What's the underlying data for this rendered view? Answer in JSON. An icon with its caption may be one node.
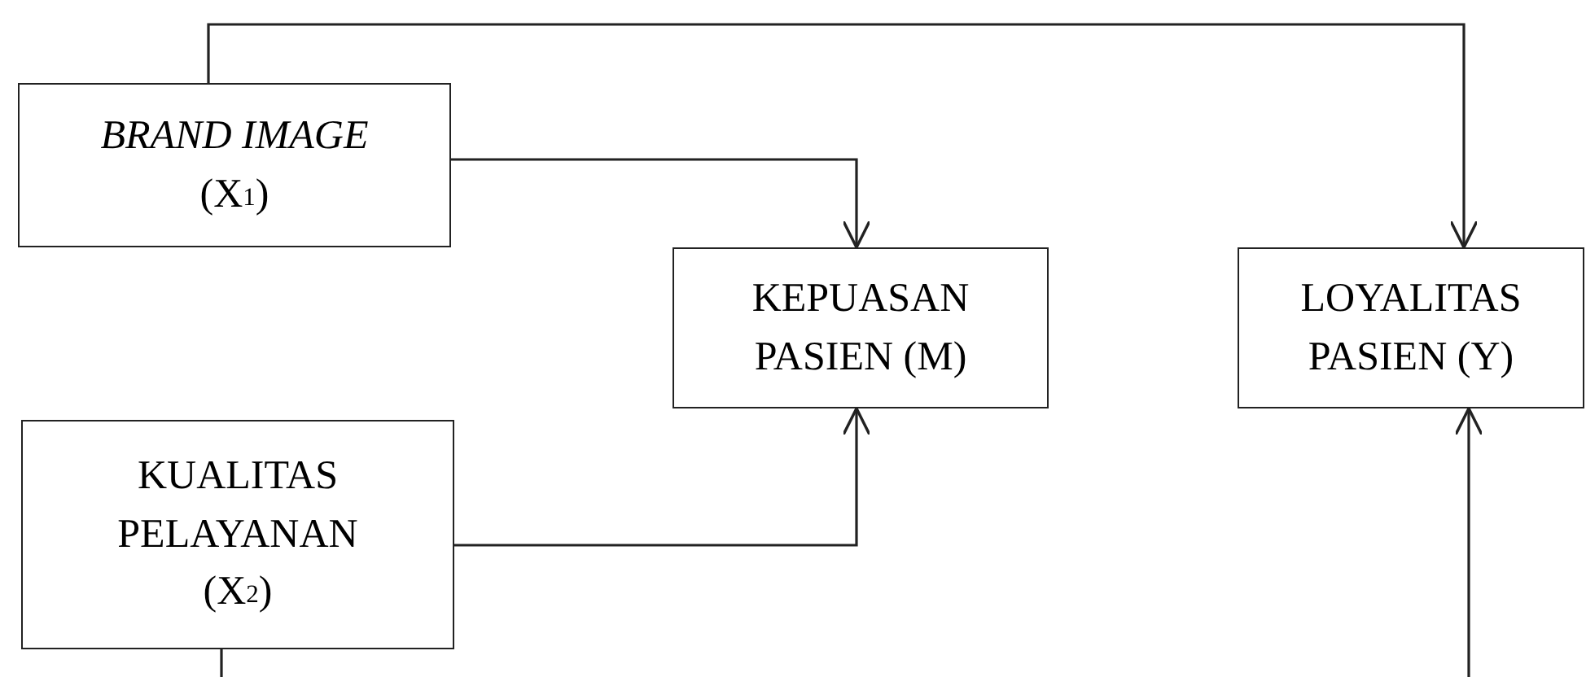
{
  "diagram": {
    "nodes": [
      {
        "text": [
          "BRAND IMAGE",
          "(X$_{1}$)"
        ]
      },
      {
        "text": [
          "KEPUASAN PASIEN (M)"
        ]
      },
      {
        "text": [
          "LOYALITAS PASIEN (Y)"
        ]
      },
      {
        "text": [
          "KUALITAS PELAYANAN",
          "(X$_{2}$)"
        ]
      }
    ],
    "edges": [
      {
        "from": 0,
        "to": 1,
        "arrow": "to"
      },
      {
        "from": 0,
        "to": 2,
        "arrow": "to"
      },
      {
        "from": 3,
        "to": 1,
        "arrow": "to"
      },
      {
        "from": 3,
        "to": 2,
        "arrow": "to"
      }
    ]
  }
}
